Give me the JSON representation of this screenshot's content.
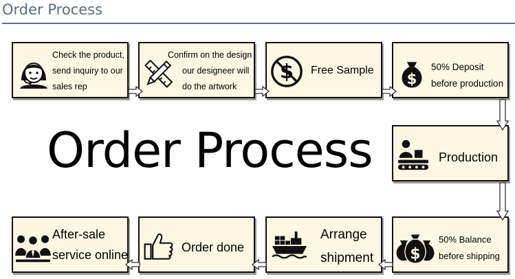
{
  "header": {
    "title": "Order Process"
  },
  "banner": {
    "title": "Order Process"
  },
  "steps": [
    {
      "lines": [
        "Check the product,",
        "send inquiry to our",
        "sales rep"
      ],
      "icon": "customer-service-agent-icon"
    },
    {
      "lines": [
        "Confirm on the design",
        "our designeer will",
        "do the artwork"
      ],
      "icon": "pencil-ruler-icon"
    },
    {
      "lines": [
        "Free Sample"
      ],
      "icon": "no-dollar-icon"
    },
    {
      "lines": [
        "50% Deposit",
        "before production"
      ],
      "icon": "money-bag-icon"
    },
    {
      "lines": [
        "Production"
      ],
      "icon": "conveyor-worker-icon"
    },
    {
      "lines": [
        "50% Balance",
        "before shipping"
      ],
      "icon": "money-bags-icon"
    },
    {
      "lines": [
        "Arrange",
        "shipment"
      ],
      "icon": "cargo-ship-icon"
    },
    {
      "lines": [
        "Order done"
      ],
      "icon": "thumbs-up-icon"
    },
    {
      "lines": [
        "After-sale",
        "service online"
      ],
      "icon": "team-icon"
    }
  ],
  "colors": {
    "card": "#fdf7e3",
    "title": "#5a6b7e",
    "rule": "#5e6e80"
  }
}
